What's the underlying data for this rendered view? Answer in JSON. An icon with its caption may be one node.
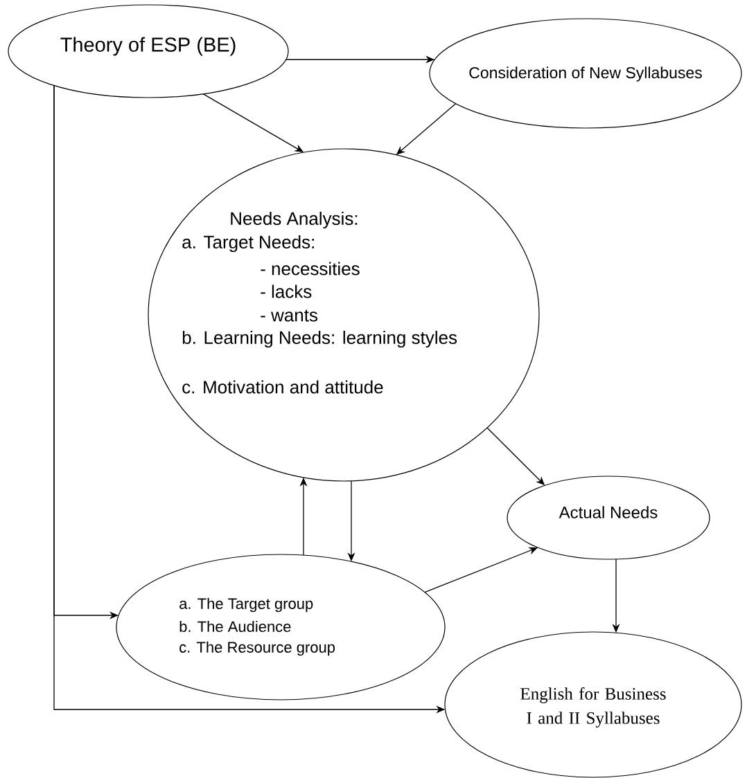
{
  "diagram": {
    "nodes": [
      {
        "text": [
          "Theory of ESP (BE)"
        ]
      },
      {
        "text": [
          "Consideration of New Syllabuses"
        ]
      },
      {
        "text": [
          "Needs Analysis:",
          "a. Target Needs:",
          "- necessities",
          "- lacks",
          "- wants",
          "b. Learning Needs: learning styles",
          "c. Motivation and attitude"
        ]
      },
      {
        "text": [
          "Actual Needs"
        ]
      },
      {
        "text": [
          "a. The Target group",
          "b. The Audience",
          "c. The Resource group"
        ]
      },
      {
        "text": [
          "English for Business I and II Syllabuses"
        ]
      }
    ],
    "edges": [
      {
        "from": 0,
        "to": 1,
        "arrow": "to"
      },
      {
        "from": 0,
        "to": 2,
        "arrow": "to"
      },
      {
        "from": 1,
        "to": 2,
        "arrow": "to"
      },
      {
        "from": 2,
        "to": 3,
        "arrow": "to"
      },
      {
        "from": 4,
        "to": 2,
        "arrow": "to"
      },
      {
        "from": 2,
        "to": 4,
        "arrow": "to"
      },
      {
        "from": 4,
        "to": 3,
        "arrow": "to"
      },
      {
        "from": 3,
        "to": 5,
        "arrow": "to"
      },
      {
        "from": 0,
        "to": 4,
        "arrow": "to"
      },
      {
        "from": 0,
        "to": 5,
        "arrow": "to"
      }
    ]
  }
}
